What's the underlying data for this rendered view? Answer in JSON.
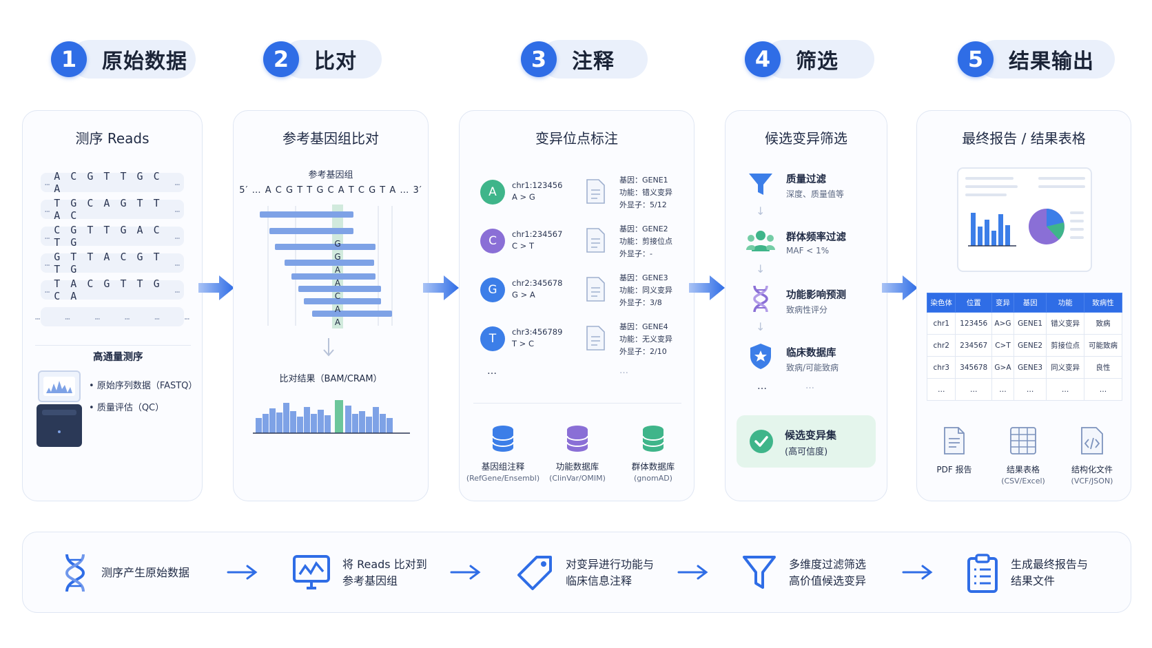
{
  "steps": [
    {
      "num": "1",
      "title": "原始数据"
    },
    {
      "num": "2",
      "title": "比对"
    },
    {
      "num": "3",
      "title": "注释"
    },
    {
      "num": "4",
      "title": "筛选"
    },
    {
      "num": "5",
      "title": "结果输出"
    }
  ],
  "panel1": {
    "title": "测序 Reads",
    "reads": [
      "A C G T T G C A",
      "T G C A G T T A C",
      "C G T T G A C T G",
      "G T T A C G T T G",
      "T A C G T T G C A"
    ],
    "reads_more": "…     …     …     …     …     …",
    "ellipsis": "…",
    "device_label": "高通量测序",
    "bullets": [
      "原始序列数据（FASTQ）",
      "质量评估（QC）"
    ]
  },
  "panel2": {
    "title": "参考基因组比对",
    "ref_label": "参考基因组",
    "ref_seq": "5′ … A C G T T G C A T C G T A … 3′",
    "column_letters": [
      "G",
      "G",
      "A",
      "A",
      "C",
      "A",
      "A"
    ],
    "result_label": "比对结果（BAM/CRAM）"
  },
  "panel3": {
    "title": "变异位点标注",
    "variants": [
      {
        "base": "A",
        "color": "#3fb58a",
        "loc": "chr1:123456",
        "change": "A > G",
        "gene": "基因：GENE1",
        "func": "功能：错义变异",
        "freq": "外显子：5/12"
      },
      {
        "base": "C",
        "color": "#8a6fd6",
        "loc": "chr1:234567",
        "change": "C > T",
        "gene": "基因：GENE2",
        "func": "功能：剪接位点",
        "freq": "外显子：-"
      },
      {
        "base": "G",
        "color": "#3c7ee8",
        "loc": "chr2:345678",
        "change": "G > A",
        "gene": "基因：GENE3",
        "func": "功能：同义变异",
        "freq": "外显子：3/8"
      },
      {
        "base": "T",
        "color": "#3c7ee8",
        "loc": "chr3:456789",
        "change": "T > C",
        "gene": "基因：GENE4",
        "func": "功能：无义变异",
        "freq": "外显子：2/10"
      }
    ],
    "more": "…",
    "more2": "…",
    "databases": [
      {
        "name": "基因组注释",
        "src": "(RefGene/Ensembl)",
        "color": "#3c7ee8"
      },
      {
        "name": "功能数据库",
        "src": "(ClinVar/OMIM)",
        "color": "#8a6fd6"
      },
      {
        "name": "群体数据库",
        "src": "(gnomAD)",
        "color": "#3fb58a"
      }
    ]
  },
  "panel4": {
    "title": "候选变异筛选",
    "filters": [
      {
        "title": "质量过滤",
        "sub": "深度、质量值等"
      },
      {
        "title": "群体频率过滤",
        "sub": "MAF < 1%"
      },
      {
        "title": "功能影响预测",
        "sub": "致病性评分"
      },
      {
        "title": "临床数据库",
        "sub": "致病/可能致病"
      }
    ],
    "more": "…",
    "more2": "…",
    "candidate_title": "候选变异集",
    "candidate_sub": "(高可信度)"
  },
  "panel5": {
    "title": "最终报告 / 结果表格",
    "table": {
      "headers": [
        "染色体",
        "位置",
        "变异",
        "基因",
        "功能",
        "致病性"
      ],
      "rows": [
        [
          "chr1",
          "123456",
          "A>G",
          "GENE1",
          "错义变异",
          "致病"
        ],
        [
          "chr2",
          "234567",
          "C>T",
          "GENE2",
          "剪接位点",
          "可能致病"
        ],
        [
          "chr3",
          "345678",
          "G>A",
          "GENE3",
          "同义变异",
          "良性"
        ],
        [
          "…",
          "…",
          "…",
          "…",
          "…",
          "…"
        ]
      ]
    },
    "outputs": [
      {
        "name": "PDF 报告",
        "sub": ""
      },
      {
        "name": "结果表格",
        "sub": "(CSV/Excel)"
      },
      {
        "name": "结构化文件",
        "sub": "(VCF/JSON)"
      }
    ]
  },
  "bottom": {
    "items": [
      {
        "line1": "测序产生原始数据",
        "line2": ""
      },
      {
        "line1": "将 Reads 比对到",
        "line2": "参考基因组"
      },
      {
        "line1": "对变异进行功能与",
        "line2": "临床信息注释"
      },
      {
        "line1": "多维度过滤筛选",
        "line2": "高价值候选变异"
      },
      {
        "line1": "生成最终报告与",
        "line2": "结果文件"
      }
    ]
  },
  "colors": {
    "primary": "#2f6de6",
    "green": "#3fb58a",
    "purple": "#8a6fd6"
  }
}
